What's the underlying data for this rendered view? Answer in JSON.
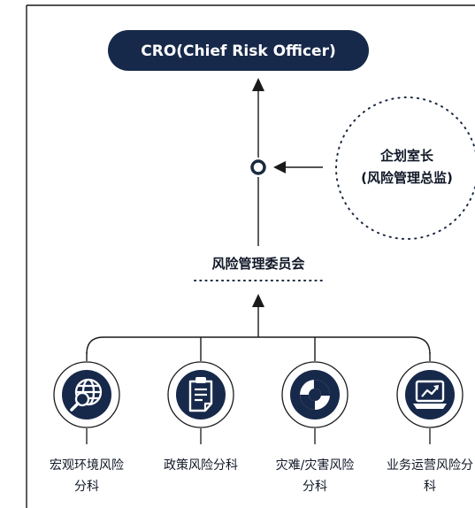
{
  "colors": {
    "navy": "#17294a",
    "line": "#1a1a1a",
    "dot_border": "#333a44",
    "icon_ring": "#17294a",
    "white": "#ffffff",
    "text": "#111827"
  },
  "header": {
    "label": "CRO(Chief Risk Officer)"
  },
  "advisor": {
    "line1": "企划室长",
    "line2": "(风险管理总监)"
  },
  "committee": {
    "label": "风险管理委员会"
  },
  "divisions": [
    {
      "icon": "globe-search-icon",
      "line1": "宏观环境风险",
      "line2": "分科"
    },
    {
      "icon": "clipboard-document-icon",
      "line1": "政策风险分科",
      "line2": ""
    },
    {
      "icon": "pie-chart-icon",
      "line1": "灾难/灾害风险",
      "line2": "分科"
    },
    {
      "icon": "monitor-chart-icon",
      "line1": "业务运营风险分",
      "line2": "科"
    }
  ]
}
